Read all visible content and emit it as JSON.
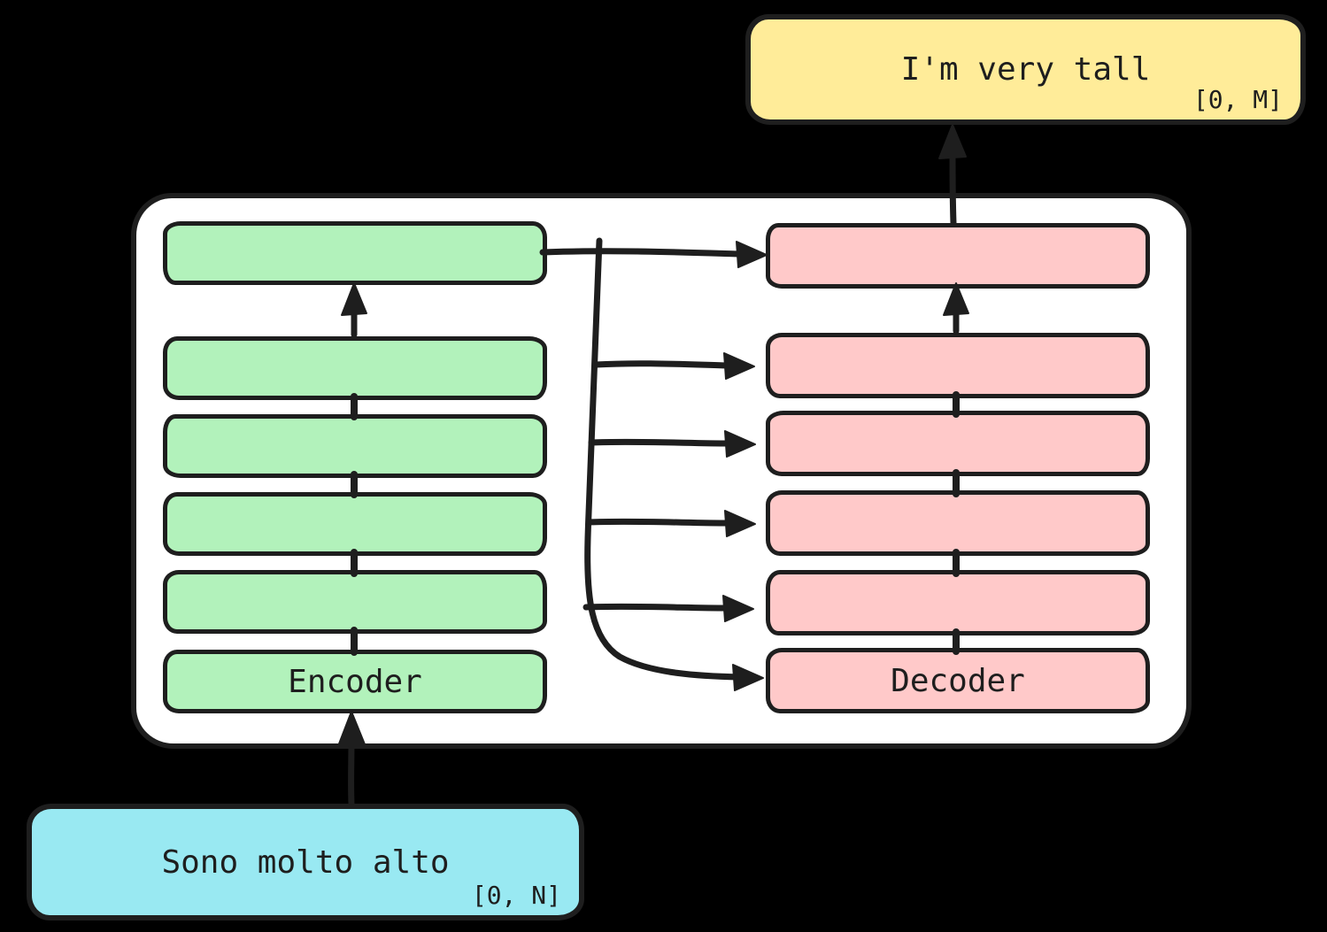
{
  "diagram": {
    "output_box": {
      "label": "I'm very tall",
      "range": "[0, M]"
    },
    "input_box": {
      "label": "Sono molto alto",
      "range": "[0, N]"
    },
    "encoder": {
      "label": "Encoder",
      "layer_count": 6
    },
    "decoder": {
      "label": "Decoder",
      "layer_count": 6
    },
    "colors": {
      "background": "#000000",
      "container_fill": "#ffffff",
      "stroke": "#1e1e1e",
      "encoder_layer_fill": "#b2f2bb",
      "decoder_layer_fill": "#ffc9c9",
      "output_box_fill": "#ffec99",
      "input_box_fill": "#99e9f2"
    }
  }
}
